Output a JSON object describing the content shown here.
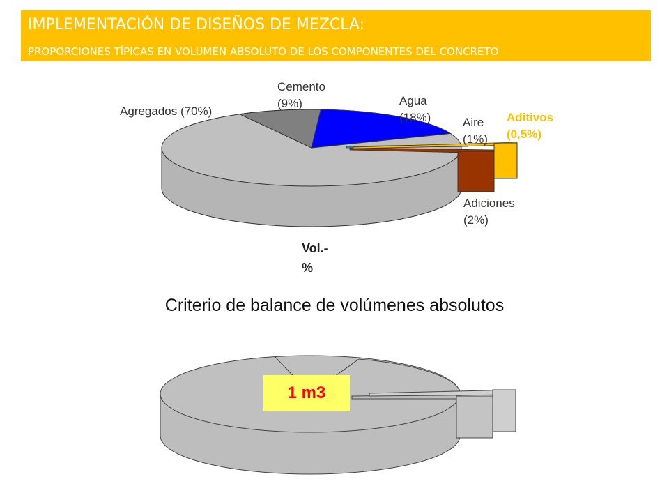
{
  "banner": {
    "title": "IMPLEMENTACIÓN DE DISEÑOS DE MEZCLA:",
    "subtitle": "PROPORCIONES TÍPICAS EN VOLUMEN ABSOLUTO DE LOS COMPONENTES DEL CONCRETO"
  },
  "chart_data": {
    "type": "pie",
    "style": "3d-exploded",
    "unit_label": "Vol.-%",
    "categories": [
      "Agregados",
      "Cemento",
      "Agua",
      "Aire",
      "Adiciones",
      "Aditivos"
    ],
    "values": [
      70,
      9,
      18,
      1,
      2,
      0.5
    ],
    "labels": [
      {
        "line1": "Agregados (70%)",
        "line2": ""
      },
      {
        "line1": "Cemento",
        "line2": "(9%)"
      },
      {
        "line1": "Agua",
        "line2": "(18%)"
      },
      {
        "line1": "Aire",
        "line2": "(1%)"
      },
      {
        "line1": "Adiciones",
        "line2": "(2%)"
      },
      {
        "line1": "Aditivos",
        "line2": "(0,5%)"
      }
    ],
    "colors": [
      "#c0c0c0",
      "#808080",
      "#0000ff",
      "#00b0f0",
      "#993300",
      "#ffc000"
    ]
  },
  "vol_label": {
    "line1": "Vol.-",
    "line2": "%"
  },
  "criterion": "Criterio de balance de volúmenes absolutos",
  "total_label": "1 m3"
}
